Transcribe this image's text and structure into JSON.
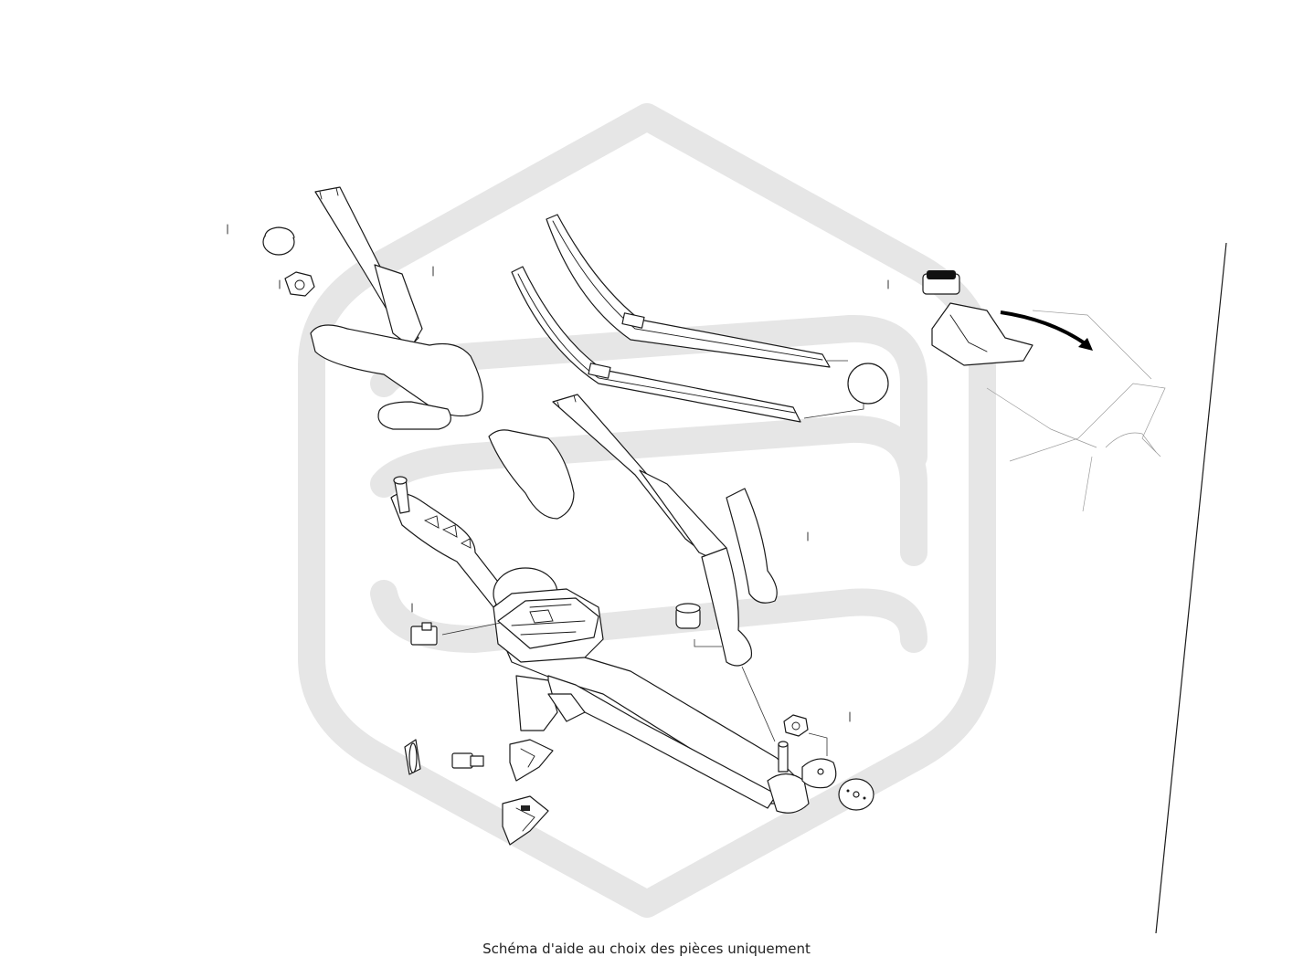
{
  "caption": "Schéma d'aide au choix des pièces uniquement",
  "colors": {
    "line": "#1a1a1a",
    "watermark": "#e6e6e6",
    "car_outline": "#9a9a9a",
    "background": "#ffffff"
  },
  "parts": [
    "wiper-arm-left",
    "wiper-arm-right",
    "wiper-blade-long",
    "wiper-blade-short",
    "wiper-linkage",
    "wiper-motor",
    "arm-cover-cap",
    "spindle-nut",
    "spindle-cap",
    "washer-jet",
    "mounting-bracket",
    "rubber-grommet",
    "bolt"
  ]
}
